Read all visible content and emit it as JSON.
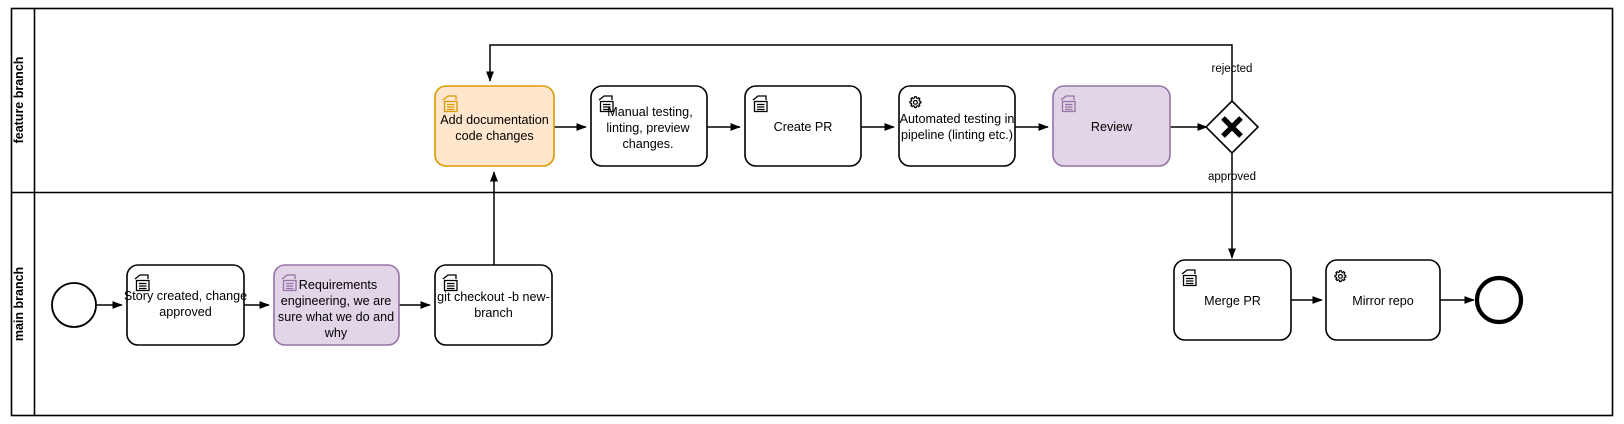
{
  "diagram": {
    "type": "bpmn-process",
    "title": "",
    "pool": {
      "lanes": [
        {
          "id": "feature",
          "label": "feature branch"
        },
        {
          "id": "main",
          "label": "main branch"
        }
      ]
    },
    "colors": {
      "orange_fill": "#ffe6cc",
      "orange_stroke": "#d79b00",
      "purple_fill": "#e1d5e7",
      "purple_stroke": "#9673a6",
      "default_fill": "#ffffff",
      "default_stroke": "#000000",
      "text": "#000000"
    },
    "nodes": [
      {
        "id": "start-event",
        "kind": "start-event",
        "lane": "main",
        "label": "",
        "icon": "none"
      },
      {
        "id": "story-created",
        "kind": "task",
        "lane": "main",
        "label": "Story created, change approved",
        "icon": "manual-task-icon",
        "style": "default"
      },
      {
        "id": "requirements-engineering",
        "kind": "task",
        "lane": "main",
        "label": "Requirements engineering, we are sure what we do and why",
        "icon": "manual-task-icon",
        "style": "purple"
      },
      {
        "id": "git-checkout",
        "kind": "task",
        "lane": "main",
        "label": "git checkout -b new-branch",
        "icon": "manual-task-icon",
        "style": "default"
      },
      {
        "id": "add-documentation",
        "kind": "task",
        "lane": "feature",
        "label": "Add documentation code changes",
        "icon": "manual-task-icon",
        "style": "orange"
      },
      {
        "id": "manual-testing",
        "kind": "task",
        "lane": "feature",
        "label": "Manual testing, linting, preview changes.",
        "icon": "manual-task-icon",
        "style": "default"
      },
      {
        "id": "create-pr",
        "kind": "task",
        "lane": "feature",
        "label": "Create PR",
        "icon": "manual-task-icon",
        "style": "default"
      },
      {
        "id": "automated-testing",
        "kind": "task",
        "lane": "feature",
        "label": "Automated testing in pipeline (linting etc.)",
        "icon": "service-task-gear-icon",
        "style": "default"
      },
      {
        "id": "review",
        "kind": "task",
        "lane": "feature",
        "label": "Review",
        "icon": "manual-task-icon",
        "style": "purple"
      },
      {
        "id": "review-gateway",
        "kind": "exclusive-gateway",
        "lane": "feature",
        "label": "",
        "icon": "gateway-x-icon"
      },
      {
        "id": "merge-pr",
        "kind": "task",
        "lane": "main",
        "label": "Merge PR",
        "icon": "manual-task-icon",
        "style": "default"
      },
      {
        "id": "mirror-repo",
        "kind": "task",
        "lane": "main",
        "label": "Mirror repo",
        "icon": "service-task-gear-icon",
        "style": "default"
      },
      {
        "id": "end-event",
        "kind": "end-event",
        "lane": "main",
        "label": "",
        "icon": "none"
      }
    ],
    "flows": [
      {
        "id": "f1",
        "from": "start-event",
        "to": "story-created",
        "label": ""
      },
      {
        "id": "f2",
        "from": "story-created",
        "to": "requirements-engineering",
        "label": ""
      },
      {
        "id": "f3",
        "from": "requirements-engineering",
        "to": "git-checkout",
        "label": ""
      },
      {
        "id": "f4",
        "from": "git-checkout",
        "to": "add-documentation",
        "label": ""
      },
      {
        "id": "f5",
        "from": "add-documentation",
        "to": "manual-testing",
        "label": ""
      },
      {
        "id": "f6",
        "from": "manual-testing",
        "to": "create-pr",
        "label": ""
      },
      {
        "id": "f7",
        "from": "create-pr",
        "to": "automated-testing",
        "label": ""
      },
      {
        "id": "f8",
        "from": "automated-testing",
        "to": "review",
        "label": ""
      },
      {
        "id": "f9",
        "from": "review",
        "to": "review-gateway",
        "label": ""
      },
      {
        "id": "f10",
        "from": "review-gateway",
        "to": "add-documentation",
        "label": "rejected"
      },
      {
        "id": "f11",
        "from": "review-gateway",
        "to": "merge-pr",
        "label": "approved"
      },
      {
        "id": "f12",
        "from": "merge-pr",
        "to": "mirror-repo",
        "label": ""
      },
      {
        "id": "f13",
        "from": "mirror-repo",
        "to": "end-event",
        "label": ""
      }
    ],
    "flow_labels": {
      "rejected": "rejected",
      "approved": "approved"
    },
    "task_text_lines": {
      "story-created": [
        "Story created, change",
        "approved"
      ],
      "requirements-engineering": [
        "Requirements",
        "engineering, we are",
        "sure what we do and",
        "why"
      ],
      "git-checkout": [
        "git checkout -b new-",
        "branch"
      ],
      "add-documentation": [
        "Add documentation",
        "code changes"
      ],
      "manual-testing": [
        "Manual testing,",
        "linting, preview",
        "changes."
      ],
      "create-pr": [
        "Create PR"
      ],
      "automated-testing": [
        "Automated testing in",
        "pipeline (linting etc.)"
      ],
      "review": [
        "Review"
      ],
      "merge-pr": [
        "Merge PR"
      ],
      "mirror-repo": [
        "Mirror repo"
      ]
    }
  }
}
